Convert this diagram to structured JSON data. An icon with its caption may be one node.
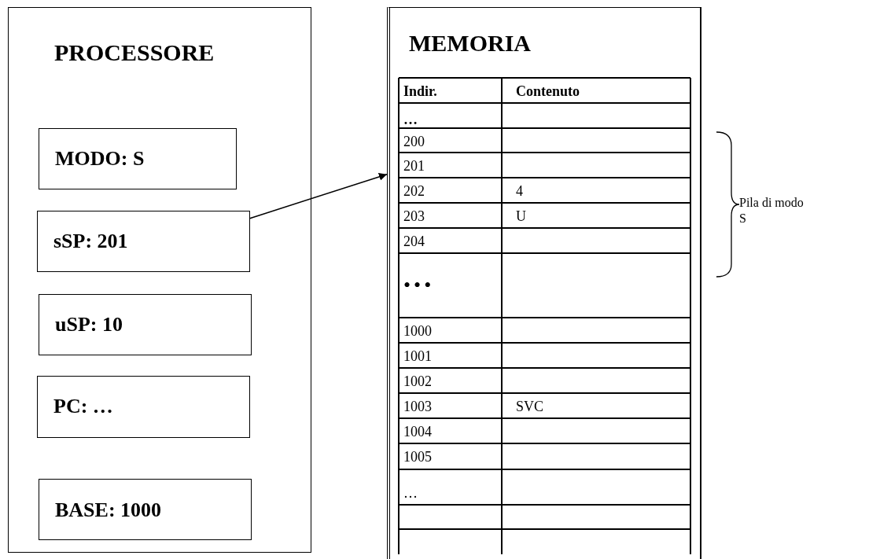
{
  "diagram": {
    "nodes": [
      {
        "text": [
          "PROCESSORE"
        ]
      },
      {
        "text": [
          "MODO: S"
        ],
        "in": 0
      },
      {
        "text": [
          "sSP: 201"
        ],
        "in": 0
      },
      {
        "text": [
          "uSP: 10"
        ],
        "in": 0
      },
      {
        "text": [
          "PC: …"
        ],
        "in": 0
      },
      {
        "text": [
          "BASE: 1000"
        ],
        "in": 0
      },
      {
        "text": [
          "MEMORIA"
        ]
      }
    ],
    "edges": [
      {
        "from": 2,
        "to": 6,
        "arrow": "to"
      }
    ],
    "labels": [
      "Indir.",
      "Contenuto",
      "…",
      "200",
      "201",
      "202",
      "4",
      "203",
      "U",
      "204",
      "•••",
      "1000",
      "1001",
      "1002",
      "1003",
      "SVC",
      "1004",
      "1005",
      "…",
      "Pila di modo S"
    ]
  }
}
